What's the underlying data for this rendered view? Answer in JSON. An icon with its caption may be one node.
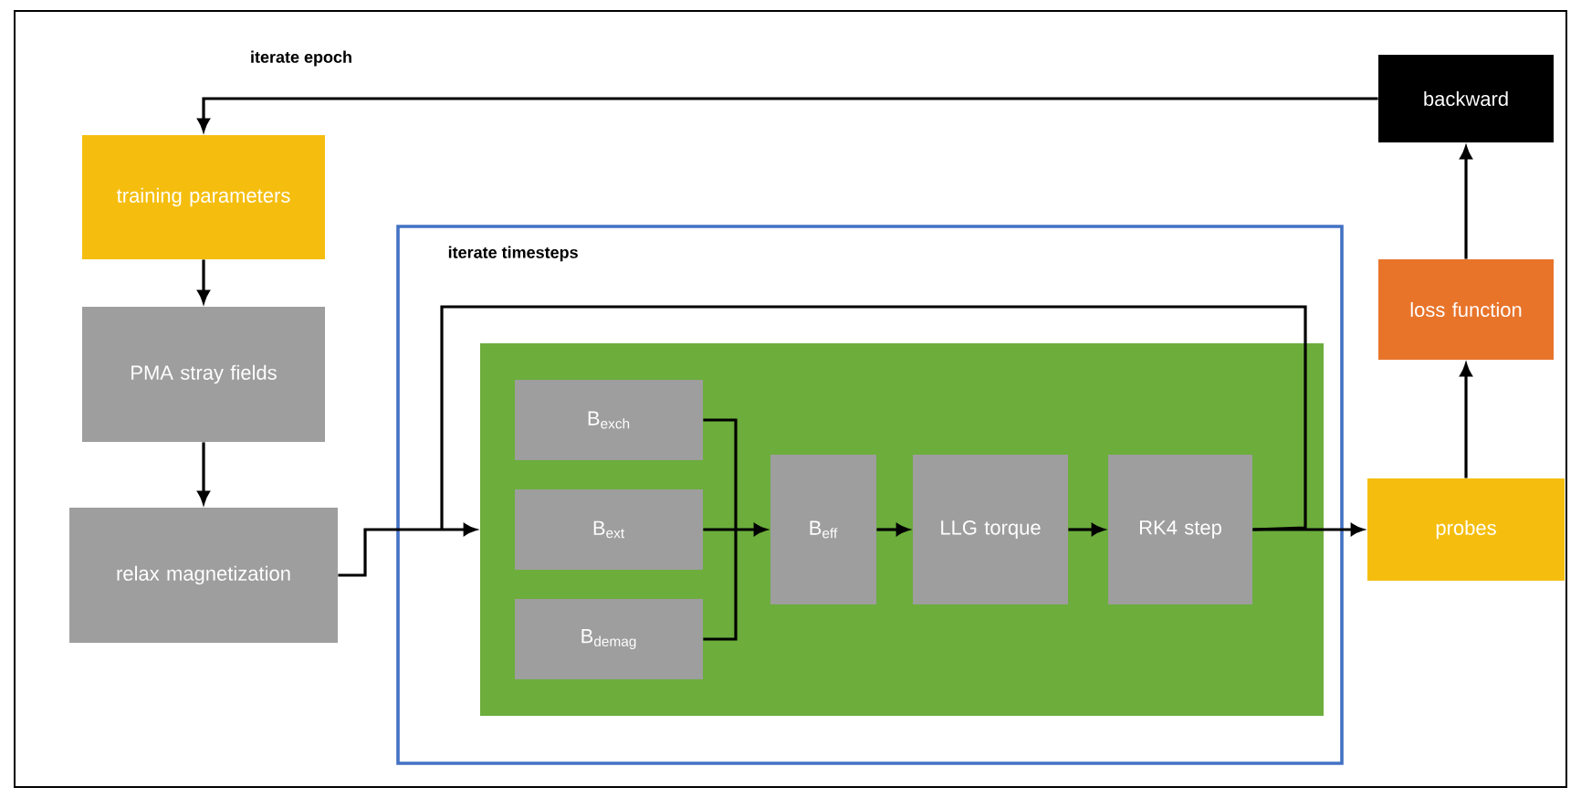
{
  "diagram": {
    "nodes": [
      {
        "text": [
          "training parameters"
        ]
      },
      {
        "text": [
          "PMA stray fields"
        ]
      },
      {
        "text": [
          "relax magnetization"
        ]
      },
      {
        "text": [
          "iterate timesteps"
        ]
      },
      {
        "text": [],
        "shape": "box",
        "in": 3
      },
      {
        "text": [
          "B$_{exch}$"
        ],
        "in": 4
      },
      {
        "text": [
          "B$_{ext}$"
        ],
        "in": 4
      },
      {
        "text": [
          "B$_{demag}$"
        ],
        "in": 4
      },
      {
        "text": [
          "B$_{eff}$"
        ],
        "in": 4
      },
      {
        "text": [
          "LLG torque"
        ],
        "in": 4
      },
      {
        "text": [
          "RK4 step"
        ],
        "in": 4
      },
      {
        "text": [
          "probes"
        ]
      },
      {
        "text": [
          "loss function"
        ]
      },
      {
        "text": [
          "backward"
        ]
      }
    ],
    "edges": [
      {
        "from": 0,
        "to": 1,
        "arrow": "to"
      },
      {
        "from": 1,
        "to": 2,
        "arrow": "to"
      },
      {
        "from": 2,
        "to": 4,
        "arrow": "to"
      },
      {
        "from": 5,
        "to": 8,
        "arrow": "to"
      },
      {
        "from": 6,
        "to": 8,
        "arrow": "to"
      },
      {
        "from": 7,
        "to": 8,
        "arrow": "to"
      },
      {
        "from": 8,
        "to": 9,
        "arrow": "to"
      },
      {
        "from": 9,
        "to": 10,
        "arrow": "to"
      },
      {
        "from": 10,
        "to": 11,
        "arrow": "to"
      },
      {
        "from": 10,
        "to": 4,
        "arrow": "to"
      },
      {
        "from": 11,
        "to": 12,
        "arrow": "to"
      },
      {
        "from": 12,
        "to": 13,
        "arrow": "to"
      },
      {
        "from": 13,
        "to": 0,
        "arrow": "to",
        "label": "iterate epoch"
      }
    ]
  }
}
